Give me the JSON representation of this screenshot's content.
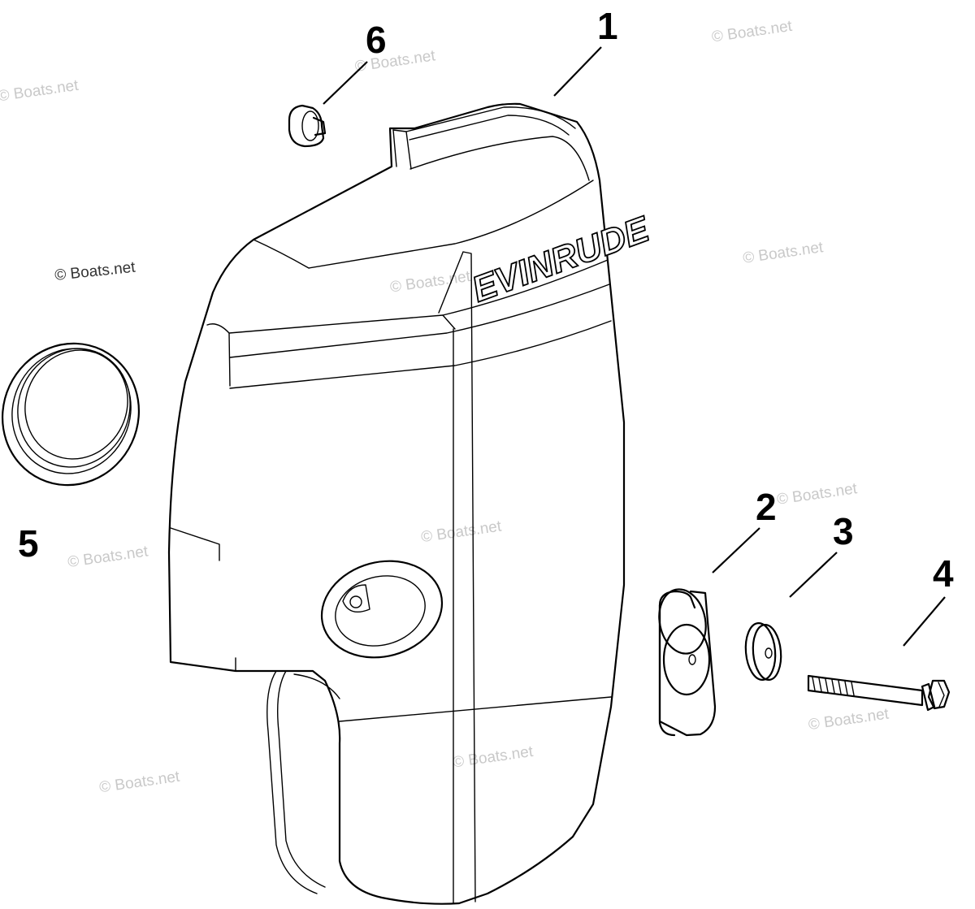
{
  "diagram": {
    "brand_logo_text": "EVINRUDE",
    "callouts": [
      {
        "id": "callout-1",
        "label": "1"
      },
      {
        "id": "callout-2",
        "label": "2"
      },
      {
        "id": "callout-3",
        "label": "3"
      },
      {
        "id": "callout-4",
        "label": "4"
      },
      {
        "id": "callout-5",
        "label": "5"
      },
      {
        "id": "callout-6",
        "label": "6"
      }
    ],
    "watermarks": {
      "faint": "© Boats.net",
      "dark": "© Boats.net"
    }
  }
}
